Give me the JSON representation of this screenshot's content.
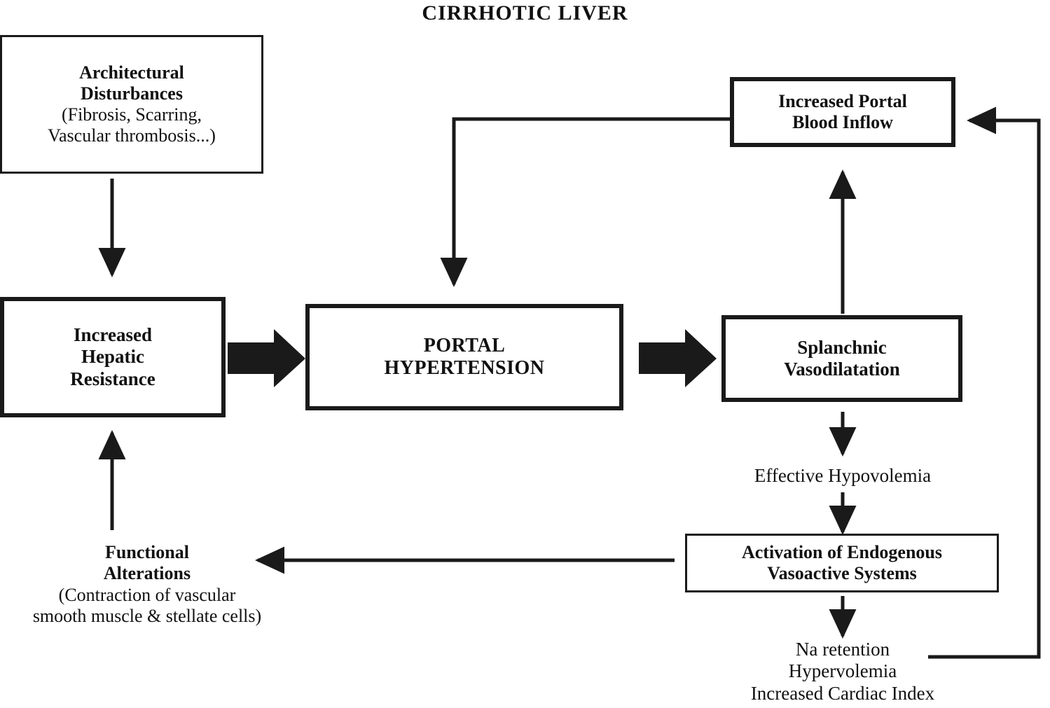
{
  "diagram": {
    "title": "CIRRHOTIC LIVER",
    "type": "flowchart",
    "nodes": {
      "architectural_disturbances": {
        "name": "architectural-disturbances",
        "bold_lines": [
          "Architectural",
          "Disturbances"
        ],
        "regular_lines": [
          "(Fibrosis, Scarring,",
          "Vascular thrombosis...)"
        ],
        "boxed": true
      },
      "increased_hepatic_resistance": {
        "name": "increased-hepatic-resistance",
        "bold_lines": [
          "Increased",
          "Hepatic",
          "Resistance"
        ],
        "regular_lines": [],
        "boxed": true
      },
      "portal_hypertension": {
        "name": "portal-hypertension",
        "bold_lines": [
          "PORTAL",
          "HYPERTENSION"
        ],
        "regular_lines": [],
        "boxed": true
      },
      "splanchnic_vasodilatation": {
        "name": "splanchnic-vasodilatation",
        "bold_lines": [
          "Splanchnic",
          "Vasodilatation"
        ],
        "regular_lines": [],
        "boxed": true
      },
      "increased_portal_blood_inflow": {
        "name": "increased-portal-blood-inflow",
        "bold_lines": [
          "Increased Portal",
          "Blood Inflow"
        ],
        "regular_lines": [],
        "boxed": true
      },
      "effective_hypovolemia": {
        "name": "effective-hypovolemia",
        "bold_lines": [],
        "regular_lines": [
          "Effective Hypovolemia"
        ],
        "boxed": false
      },
      "activation_endogenous_vasoactive": {
        "name": "activation-of-endogenous-vasoactive-systems",
        "bold_lines": [
          "Activation of Endogenous",
          "Vasoactive Systems"
        ],
        "regular_lines": [],
        "boxed": true
      },
      "na_retention_group": {
        "name": "na-retention-hypervolemia-cardiac-index",
        "bold_lines": [],
        "regular_lines": [
          "Na retention",
          "Hypervolemia",
          "Increased Cardiac Index"
        ],
        "boxed": false
      },
      "functional_alterations": {
        "name": "functional-alterations",
        "bold_lines": [
          "Functional",
          "Alterations"
        ],
        "regular_lines": [
          "(Contraction of vascular",
          "smooth muscle & stellate cells)"
        ],
        "boxed": false
      }
    },
    "edges": [
      {
        "id": "e1",
        "from": "architectural_disturbances",
        "to": "increased_hepatic_resistance",
        "style": "thin-arrow",
        "direction": "down"
      },
      {
        "id": "e2",
        "from": "increased_hepatic_resistance",
        "to": "portal_hypertension",
        "style": "block-arrow",
        "direction": "right"
      },
      {
        "id": "e3",
        "from": "portal_hypertension",
        "to": "splanchnic_vasodilatation",
        "style": "block-arrow",
        "direction": "right"
      },
      {
        "id": "e4",
        "from": "splanchnic_vasodilatation",
        "to": "increased_portal_blood_inflow",
        "style": "thin-arrow",
        "direction": "up"
      },
      {
        "id": "e5",
        "from": "increased_portal_blood_inflow",
        "to": "portal_hypertension",
        "style": "thin-arrow",
        "direction": "left-then-down"
      },
      {
        "id": "e6",
        "from": "splanchnic_vasodilatation",
        "to": "effective_hypovolemia",
        "style": "thin-arrow",
        "direction": "down"
      },
      {
        "id": "e7",
        "from": "effective_hypovolemia",
        "to": "activation_endogenous_vasoactive",
        "style": "thin-arrow",
        "direction": "down"
      },
      {
        "id": "e8",
        "from": "activation_endogenous_vasoactive",
        "to": "na_retention_group",
        "style": "thin-arrow",
        "direction": "down"
      },
      {
        "id": "e9",
        "from": "activation_endogenous_vasoactive",
        "to": "functional_alterations",
        "style": "thin-arrow",
        "direction": "left"
      },
      {
        "id": "e10",
        "from": "functional_alterations",
        "to": "increased_hepatic_resistance",
        "style": "thin-arrow",
        "direction": "up"
      },
      {
        "id": "e11",
        "from": "na_retention_group",
        "to": "increased_portal_blood_inflow",
        "style": "thin-arrow",
        "direction": "right-up-left"
      }
    ],
    "colors": {
      "stroke": "#1a1a1a",
      "text": "#111111",
      "background": "#ffffff"
    }
  }
}
